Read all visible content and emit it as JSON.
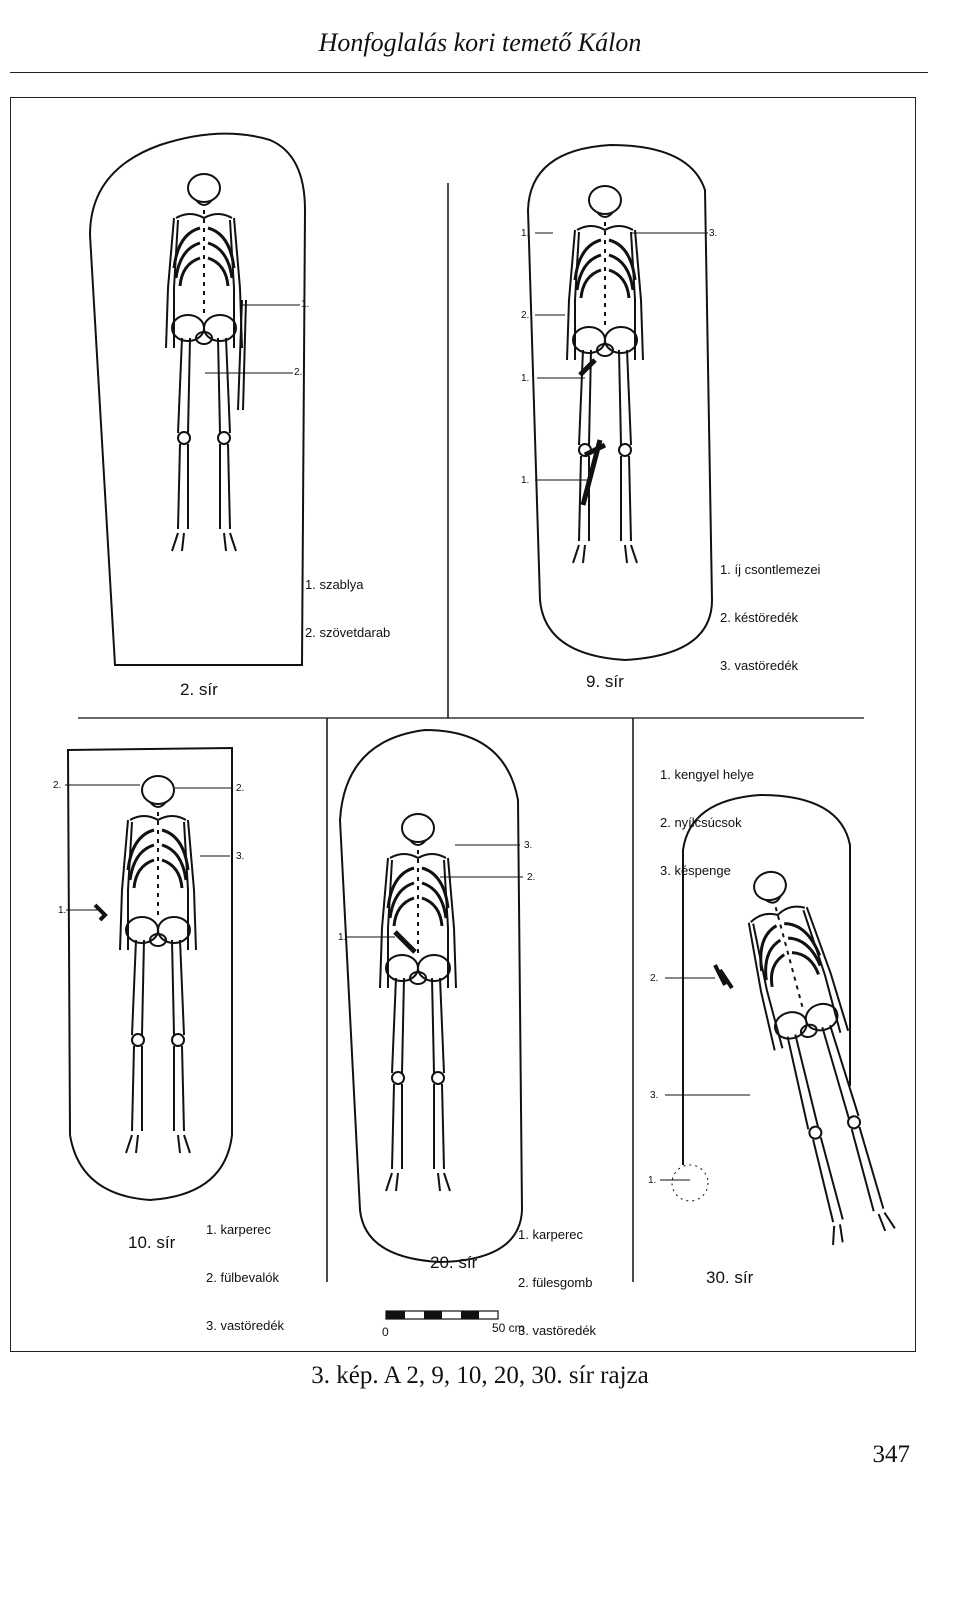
{
  "header": {
    "title": "Honfoglalás kori temető Kálon"
  },
  "graves": [
    {
      "label": "2. sír",
      "legend": [
        "1. szablya",
        "2. szövetdarab"
      ],
      "callouts": [
        "1.",
        "2."
      ]
    },
    {
      "label": "9. sír",
      "legend": [
        "1. íj csontlemezei",
        "2. késtöredék",
        "3. vastöredék"
      ],
      "callouts": [
        "1.",
        "2.",
        "1.",
        "1.",
        "3."
      ]
    },
    {
      "label": "10. sír",
      "legend": [
        "1. karperec",
        "2. fülbevalók",
        "3. vastöredék"
      ],
      "callouts": [
        "2.",
        "2.",
        "3.",
        "1."
      ]
    },
    {
      "label": "20. sír",
      "legend": [
        "1. karperec",
        "2. fülesgomb",
        "3. vastöredék"
      ],
      "callouts": [
        "3.",
        "2.",
        "1."
      ]
    },
    {
      "label": "30. sír",
      "legend": [
        "1. kengyel helye",
        "2. nyílcsúcsok",
        "3. késpenge"
      ],
      "callouts": [
        "2.",
        "3.",
        "1."
      ]
    }
  ],
  "scale": {
    "start": "0",
    "end": "50 cm"
  },
  "caption": "3. kép. A 2, 9, 10, 20, 30. sír rajza",
  "page_number": "347"
}
